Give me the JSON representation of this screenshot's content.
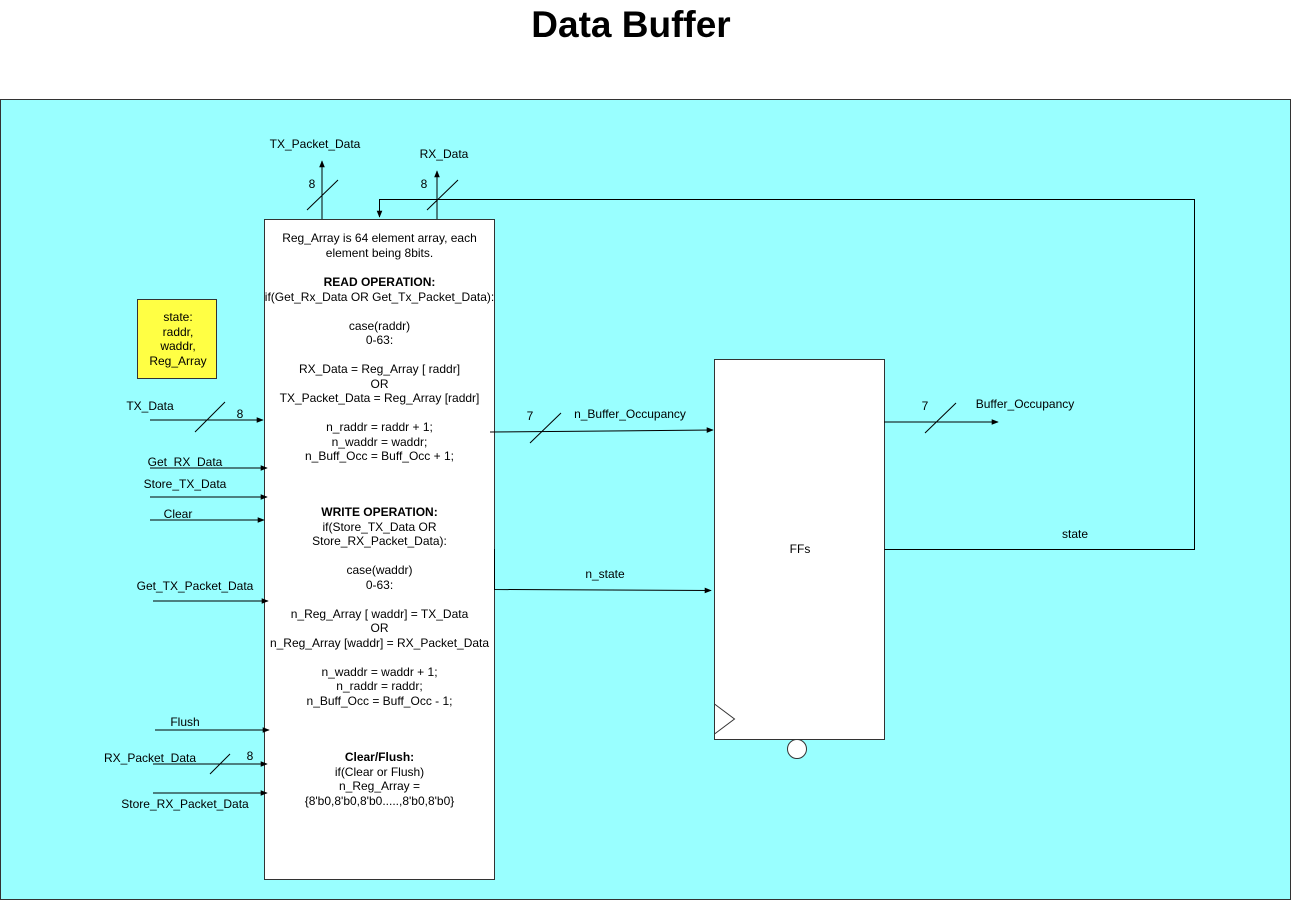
{
  "title": "Data Buffer",
  "colors": {
    "background": "#99ffff",
    "state_box": "#ffff44",
    "stroke": "#000000"
  },
  "state_box": {
    "text": "state:\nraddr,\nwaddr,\nReg_Array"
  },
  "inputs": {
    "tx_data": "TX_Data",
    "tx_data_width": "8",
    "get_rx_data": "Get_RX_Data",
    "store_tx_data": "Store_TX_Data",
    "clear": "Clear",
    "get_tx_packet_data": "Get_TX_Packet_Data",
    "flush": "Flush",
    "rx_packet_data": "RX_Packet_Data",
    "rx_packet_data_width": "8",
    "store_rx_packet_data": "Store_RX_Packet_Data"
  },
  "outputs": {
    "tx_packet_data": "TX_Packet_Data",
    "tx_packet_data_width": "8",
    "rx_data": "RX_Data",
    "rx_data_width": "8",
    "buffer_occupancy": "Buffer_Occupancy",
    "buffer_occupancy_width": "7"
  },
  "signals": {
    "n_buffer_occupancy": "n_Buffer_Occupancy",
    "n_buffer_occupancy_width": "7",
    "n_state": "n_state",
    "state": "state"
  },
  "ffs_label": "FFs",
  "logic": {
    "intro": "Reg_Array is 64 element array, each element being 8bits.",
    "read_title": "READ OPERATION:",
    "read_body": "if(Get_Rx_Data OR Get_Tx_Packet_Data):\n\ncase(raddr)\n0-63:\n\nRX_Data = Reg_Array [ raddr]\nOR\nTX_Packet_Data = Reg_Array [raddr]\n\nn_raddr = raddr + 1;\nn_waddr = waddr;\nn_Buff_Occ  = Buff_Occ + 1;",
    "write_title": "WRITE OPERATION:",
    "write_body": "if(Store_TX_Data OR\nStore_RX_Packet_Data):\n\ncase(waddr)\n0-63:\n\nn_Reg_Array [ waddr] = TX_Data\nOR\nn_Reg_Array [waddr] = RX_Packet_Data\n\nn_waddr = waddr + 1;\nn_raddr = raddr;\nn_Buff_Occ  = Buff_Occ - 1;",
    "clear_title": "Clear/Flush:",
    "clear_body": "if(Clear or Flush)\nn_Reg_Array =\n{8'b0,8'b0,8'b0.....,8'b0,8'b0}"
  }
}
